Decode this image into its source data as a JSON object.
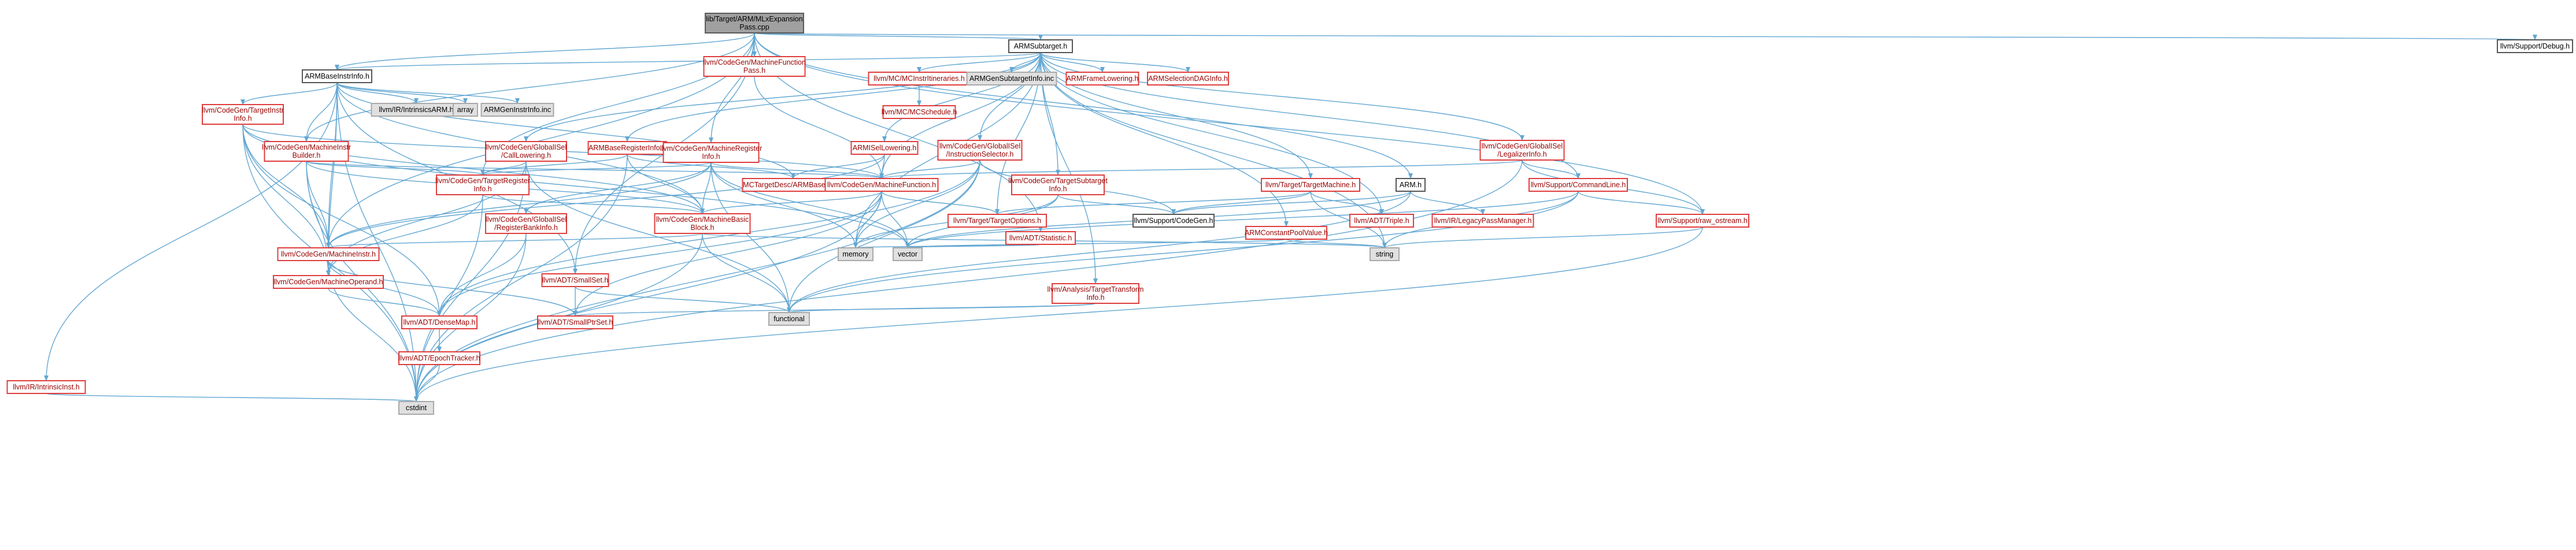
{
  "colors": {
    "edge": "#63a7d2",
    "link_border": "#e03d3d",
    "link_text": "#9a0000",
    "external_border": "#a9a9a9",
    "external_fill": "#e0e0e0",
    "plain_border": "#555555",
    "root_fill": "#a0a0a0",
    "root_border": "#5a5a5a",
    "node_fill": "#ffffff"
  },
  "nodes": [
    {
      "id": "root",
      "lines": [
        "lib/Target/ARM/MLxExpansion",
        "Pass.cpp"
      ],
      "kind": "root"
    },
    {
      "id": "mfpass",
      "lines": [
        "llvm/CodeGen/MachineFunction",
        "Pass.h"
      ],
      "kind": "link"
    },
    {
      "id": "armsubtarget",
      "lines": [
        "ARMSubtarget.h"
      ],
      "kind": "plain"
    },
    {
      "id": "debug",
      "lines": [
        "llvm/Support/Debug.h"
      ],
      "kind": "plain"
    },
    {
      "id": "armbaseinstrinfo",
      "lines": [
        "ARMBaseInstrInfo.h"
      ],
      "kind": "plain"
    },
    {
      "id": "mcinstritin",
      "lines": [
        "llvm/MC/MCInstrItineraries.h"
      ],
      "kind": "link"
    },
    {
      "id": "armgensubtarget",
      "lines": [
        "ARMGenSubtargetInfo.inc"
      ],
      "kind": "external"
    },
    {
      "id": "armframelowering",
      "lines": [
        "ARMFrameLowering.h"
      ],
      "kind": "link"
    },
    {
      "id": "armseldag",
      "lines": [
        "ARMSelectionDAGInfo.h"
      ],
      "kind": "link"
    },
    {
      "id": "targetinstrinfo",
      "lines": [
        "llvm/CodeGen/TargetInstr",
        "Info.h"
      ],
      "kind": "link"
    },
    {
      "id": "intrinsicsarm",
      "lines": [
        "llvm/IR/IntrinsicsARM.h"
      ],
      "kind": "external"
    },
    {
      "id": "array",
      "lines": [
        "array"
      ],
      "kind": "external"
    },
    {
      "id": "armgeninstrinfo",
      "lines": [
        "ARMGenInstrInfo.inc"
      ],
      "kind": "external"
    },
    {
      "id": "mcschedule",
      "lines": [
        "llvm/MC/MCSchedule.h"
      ],
      "kind": "link"
    },
    {
      "id": "armbaseregisterinfo",
      "lines": [
        "ARMBaseRegisterInfo.h"
      ],
      "kind": "link"
    },
    {
      "id": "mri",
      "lines": [
        "llvm/CodeGen/MachineRegister",
        "Info.h"
      ],
      "kind": "link"
    },
    {
      "id": "armisellowering",
      "lines": [
        "ARMISelLowering.h"
      ],
      "kind": "link"
    },
    {
      "id": "globalisel_instsel",
      "lines": [
        "llvm/CodeGen/GlobalISel",
        "/InstructionSelector.h"
      ],
      "kind": "link"
    },
    {
      "id": "globalisel_legalizer",
      "lines": [
        "llvm/CodeGen/GlobalISel",
        "/LegalizerInfo.h"
      ],
      "kind": "link"
    },
    {
      "id": "machineinstrbuilder",
      "lines": [
        "llvm/CodeGen/MachineInstr",
        "Builder.h"
      ],
      "kind": "link"
    },
    {
      "id": "globalisel_calllowering",
      "lines": [
        "llvm/CodeGen/GlobalISel",
        "/CallLowering.h"
      ],
      "kind": "link"
    },
    {
      "id": "targetregisterinfo",
      "lines": [
        "llvm/CodeGen/TargetRegister",
        "Info.h"
      ],
      "kind": "link"
    },
    {
      "id": "mctargetdesc",
      "lines": [
        "MCTargetDesc/ARMBaseInfo.h"
      ],
      "kind": "link"
    },
    {
      "id": "machinefunction",
      "lines": [
        "llvm/CodeGen/MachineFunction.h"
      ],
      "kind": "link"
    },
    {
      "id": "targetsubtargetinfo",
      "lines": [
        "llvm/CodeGen/TargetSubtarget",
        "Info.h"
      ],
      "kind": "link"
    },
    {
      "id": "targetmachine",
      "lines": [
        "llvm/Target/TargetMachine.h"
      ],
      "kind": "link"
    },
    {
      "id": "arm",
      "lines": [
        "ARM.h"
      ],
      "kind": "plain"
    },
    {
      "id": "commandline",
      "lines": [
        "llvm/Support/CommandLine.h"
      ],
      "kind": "link"
    },
    {
      "id": "globalisel_registerbank",
      "lines": [
        "llvm/CodeGen/GlobalISel",
        "/RegisterBankInfo.h"
      ],
      "kind": "link"
    },
    {
      "id": "machinebasicblock",
      "lines": [
        "llvm/CodeGen/MachineBasic",
        "Block.h"
      ],
      "kind": "link"
    },
    {
      "id": "targetoptions",
      "lines": [
        "llvm/Target/TargetOptions.h"
      ],
      "kind": "link"
    },
    {
      "id": "supportcodegen",
      "lines": [
        "llvm/Support/CodeGen.h"
      ],
      "kind": "plain"
    },
    {
      "id": "statistic",
      "lines": [
        "llvm/ADT/Statistic.h"
      ],
      "kind": "link"
    },
    {
      "id": "armconstantpool",
      "lines": [
        "ARMConstantPoolValue.h"
      ],
      "kind": "link"
    },
    {
      "id": "triple",
      "lines": [
        "llvm/ADT/Triple.h"
      ],
      "kind": "link"
    },
    {
      "id": "legacypassmanager",
      "lines": [
        "llvm/IR/LegacyPassManager.h"
      ],
      "kind": "link"
    },
    {
      "id": "raw_ostream",
      "lines": [
        "llvm/Support/raw_ostream.h"
      ],
      "kind": "link"
    },
    {
      "id": "machineinstr",
      "lines": [
        "llvm/CodeGen/MachineInstr.h"
      ],
      "kind": "link"
    },
    {
      "id": "memory",
      "lines": [
        "memory"
      ],
      "kind": "external"
    },
    {
      "id": "vector",
      "lines": [
        "vector"
      ],
      "kind": "external"
    },
    {
      "id": "string",
      "lines": [
        "string"
      ],
      "kind": "external"
    },
    {
      "id": "smallset",
      "lines": [
        "llvm/ADT/SmallSet.h"
      ],
      "kind": "link"
    },
    {
      "id": "machineoperand",
      "lines": [
        "llvm/CodeGen/MachineOperand.h"
      ],
      "kind": "link"
    },
    {
      "id": "targettransforminfo",
      "lines": [
        "llvm/Analysis/TargetTransform",
        "Info.h"
      ],
      "kind": "link"
    },
    {
      "id": "functional",
      "lines": [
        "functional"
      ],
      "kind": "external"
    },
    {
      "id": "densemap",
      "lines": [
        "llvm/ADT/DenseMap.h"
      ],
      "kind": "link"
    },
    {
      "id": "smallptrset",
      "lines": [
        "llvm/ADT/SmallPtrSet.h"
      ],
      "kind": "link"
    },
    {
      "id": "epochtracker",
      "lines": [
        "llvm/ADT/EpochTracker.h"
      ],
      "kind": "link"
    },
    {
      "id": "intrinsicinst",
      "lines": [
        "llvm/IR/IntrinsicInst.h"
      ],
      "kind": "link"
    },
    {
      "id": "cstdint",
      "lines": [
        "cstdint"
      ],
      "kind": "external"
    }
  ],
  "edges": [
    [
      "root",
      "mfpass"
    ],
    [
      "root",
      "armsubtarget"
    ],
    [
      "root",
      "debug"
    ],
    [
      "root",
      "armbaseinstrinfo"
    ],
    [
      "root",
      "machineinstrbuilder"
    ],
    [
      "root",
      "mri"
    ],
    [
      "root",
      "targetregisterinfo"
    ],
    [
      "root",
      "statistic"
    ],
    [
      "root",
      "raw_ostream"
    ],
    [
      "root",
      "machineinstr"
    ],
    [
      "root",
      "smallset"
    ],
    [
      "root",
      "arm"
    ],
    [
      "mfpass",
      "machinefunction"
    ],
    [
      "armsubtarget",
      "armbaseinstrinfo"
    ],
    [
      "armsubtarget",
      "mcinstritin"
    ],
    [
      "armsubtarget",
      "armgensubtarget"
    ],
    [
      "armsubtarget",
      "armframelowering"
    ],
    [
      "armsubtarget",
      "armseldag"
    ],
    [
      "armsubtarget",
      "armbaseregisterinfo"
    ],
    [
      "armsubtarget",
      "armisellowering"
    ],
    [
      "armsubtarget",
      "globalisel_instsel"
    ],
    [
      "armsubtarget",
      "globalisel_legalizer"
    ],
    [
      "armsubtarget",
      "globalisel_calllowering"
    ],
    [
      "armsubtarget",
      "targetsubtargetinfo"
    ],
    [
      "armsubtarget",
      "targetmachine"
    ],
    [
      "armsubtarget",
      "machinefunction"
    ],
    [
      "armsubtarget",
      "armconstantpool"
    ],
    [
      "armsubtarget",
      "triple"
    ],
    [
      "armsubtarget",
      "commandline"
    ],
    [
      "armsubtarget",
      "targetoptions"
    ],
    [
      "armsubtarget",
      "memory"
    ],
    [
      "armsubtarget",
      "string"
    ],
    [
      "armsubtarget",
      "targettransforminfo"
    ],
    [
      "mcinstritin",
      "mcschedule"
    ],
    [
      "armbaseinstrinfo",
      "targetinstrinfo"
    ],
    [
      "armbaseinstrinfo",
      "intrinsicsarm"
    ],
    [
      "armbaseinstrinfo",
      "array"
    ],
    [
      "armbaseinstrinfo",
      "armgeninstrinfo"
    ],
    [
      "armbaseinstrinfo",
      "machineinstrbuilder"
    ],
    [
      "armbaseinstrinfo",
      "mctargetdesc"
    ],
    [
      "armbaseinstrinfo",
      "machinebasicblock"
    ],
    [
      "armbaseinstrinfo",
      "machineinstr"
    ],
    [
      "armbaseinstrinfo",
      "intrinsicinst"
    ],
    [
      "armbaseinstrinfo",
      "smallset"
    ],
    [
      "armbaseinstrinfo",
      "cstdint"
    ],
    [
      "armbaseinstrinfo",
      "machineoperand"
    ],
    [
      "targetinstrinfo",
      "machinebasicblock"
    ],
    [
      "targetinstrinfo",
      "machinefunction"
    ],
    [
      "targetinstrinfo",
      "machineinstr"
    ],
    [
      "targetinstrinfo",
      "machineoperand"
    ],
    [
      "targetinstrinfo",
      "densemap"
    ],
    [
      "targetinstrinfo",
      "cstdint"
    ],
    [
      "targetinstrinfo",
      "vector"
    ],
    [
      "machineinstrbuilder",
      "machinefunction"
    ],
    [
      "machineinstrbuilder",
      "machineinstr"
    ],
    [
      "machineinstrbuilder",
      "machinebasicblock"
    ],
    [
      "machineinstrbuilder",
      "machineoperand"
    ],
    [
      "machineinstrbuilder",
      "cstdint"
    ],
    [
      "machineinstrbuilder",
      "targetregisterinfo"
    ],
    [
      "armbaseregisterinfo",
      "targetregisterinfo"
    ],
    [
      "armbaseregisterinfo",
      "mctargetdesc"
    ],
    [
      "armbaseregisterinfo",
      "machinebasicblock"
    ],
    [
      "armbaseregisterinfo",
      "cstdint"
    ],
    [
      "mri",
      "machinefunction"
    ],
    [
      "mri",
      "machinebasicblock"
    ],
    [
      "mri",
      "targetregisterinfo"
    ],
    [
      "mri",
      "globalisel_registerbank"
    ],
    [
      "mri",
      "memory"
    ],
    [
      "mri",
      "vector"
    ],
    [
      "mri",
      "functional"
    ],
    [
      "mri",
      "machineinstr"
    ],
    [
      "armisellowering",
      "machinefunction"
    ],
    [
      "armisellowering",
      "mctargetdesc"
    ],
    [
      "armisellowering",
      "machineinstr"
    ],
    [
      "globalisel_instsel",
      "machinefunction"
    ],
    [
      "globalisel_instsel",
      "supportcodegen"
    ],
    [
      "globalisel_instsel",
      "densemap"
    ],
    [
      "globalisel_instsel",
      "cstdint"
    ],
    [
      "globalisel_instsel",
      "functional"
    ],
    [
      "globalisel_instsel",
      "memory"
    ],
    [
      "globalisel_legalizer",
      "machinefunction"
    ],
    [
      "globalisel_legalizer",
      "commandline"
    ],
    [
      "globalisel_legalizer",
      "raw_ostream"
    ],
    [
      "globalisel_legalizer",
      "cstdint"
    ],
    [
      "globalisel_calllowering",
      "targetregisterinfo"
    ],
    [
      "globalisel_calllowering",
      "machineoperand"
    ],
    [
      "globalisel_calllowering",
      "cstdint"
    ],
    [
      "globalisel_calllowering",
      "functional"
    ],
    [
      "targetregisterinfo",
      "machinebasicblock"
    ],
    [
      "targetregisterinfo",
      "machineoperand"
    ],
    [
      "targetregisterinfo",
      "cstdint"
    ],
    [
      "machinefunction",
      "machinebasicblock"
    ],
    [
      "machinefunction",
      "densemap"
    ],
    [
      "machinefunction",
      "smallptrset"
    ],
    [
      "machinefunction",
      "memory"
    ],
    [
      "machinefunction",
      "vector"
    ],
    [
      "machinefunction",
      "cstdint"
    ],
    [
      "machinefunction",
      "targetoptions"
    ],
    [
      "targetsubtargetinfo",
      "supportcodegen"
    ],
    [
      "targetsubtargetinfo",
      "memory"
    ],
    [
      "targetsubtargetinfo",
      "vector"
    ],
    [
      "targetmachine",
      "supportcodegen"
    ],
    [
      "targetmachine",
      "targetoptions"
    ],
    [
      "targetmachine",
      "triple"
    ],
    [
      "targetmachine",
      "string"
    ],
    [
      "arm",
      "legacypassmanager"
    ],
    [
      "arm",
      "supportcodegen"
    ],
    [
      "arm",
      "functional"
    ],
    [
      "arm",
      "vector"
    ],
    [
      "commandline",
      "raw_ostream"
    ],
    [
      "commandline",
      "string"
    ],
    [
      "commandline",
      "functional"
    ],
    [
      "commandline",
      "vector"
    ],
    [
      "globalisel_registerbank",
      "densemap"
    ],
    [
      "globalisel_registerbank",
      "cstdint"
    ],
    [
      "machinebasicblock",
      "machineinstr"
    ],
    [
      "machinebasicblock",
      "cstdint"
    ],
    [
      "machinebasicblock",
      "functional"
    ],
    [
      "machinebasicblock",
      "string"
    ],
    [
      "statistic",
      "memory"
    ],
    [
      "statistic",
      "vector"
    ],
    [
      "armconstantpool",
      "vector"
    ],
    [
      "armconstantpool",
      "string"
    ],
    [
      "raw_ostream",
      "string"
    ],
    [
      "raw_ostream",
      "cstdint"
    ],
    [
      "machineinstr",
      "machineoperand"
    ],
    [
      "machineinstr",
      "densemap"
    ],
    [
      "machineinstr",
      "smallptrset"
    ],
    [
      "machineinstr",
      "cstdint"
    ],
    [
      "smallset",
      "smallptrset"
    ],
    [
      "smallset",
      "functional"
    ],
    [
      "machineoperand",
      "densemap"
    ],
    [
      "targettransforminfo",
      "functional"
    ],
    [
      "targettransforminfo",
      "smallptrset"
    ],
    [
      "densemap",
      "epochtracker"
    ],
    [
      "epochtracker",
      "cstdint"
    ],
    [
      "intrinsicinst",
      "cstdint"
    ]
  ]
}
